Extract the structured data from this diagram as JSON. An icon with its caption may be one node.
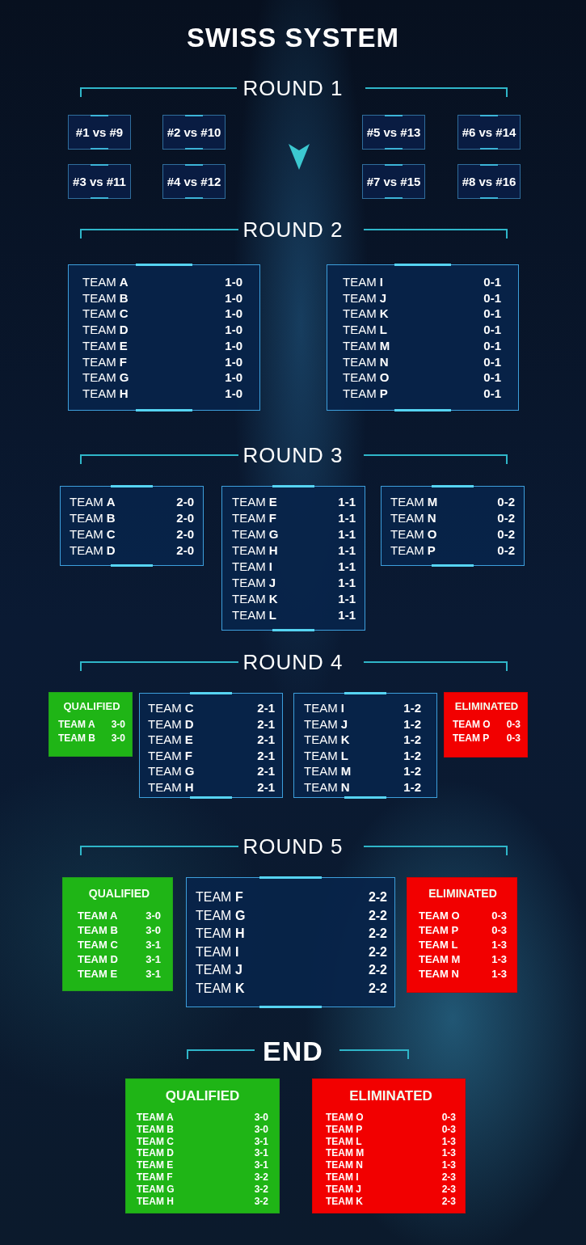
{
  "diagram": {
    "title": "SWISS SYSTEM",
    "nodes": [
      {
        "text": [
          "#1 vs #9"
        ]
      },
      {
        "text": [
          "#2 vs #10"
        ]
      },
      {
        "text": [
          "#5 vs #13"
        ]
      },
      {
        "text": [
          "#6 vs #14"
        ]
      },
      {
        "text": [
          "#3 vs #11"
        ]
      },
      {
        "text": [
          "#4 vs #12"
        ]
      },
      {
        "text": [
          "#7 vs #15"
        ]
      },
      {
        "text": [
          "#8 vs #16"
        ]
      },
      {
        "text": [
          "TEAM **A**",
          "1-0",
          "TEAM **B**",
          "1-0",
          "TEAM **C**",
          "1-0",
          "TEAM **D**",
          "1-0",
          "TEAM **E**",
          "1-0",
          "TEAM **F**",
          "1-0",
          "TEAM **G**",
          "1-0",
          "TEAM **H**",
          "1-0"
        ]
      },
      {
        "text": [
          "TEAM **I**",
          "0-1",
          "TEAM **J**",
          "0-1",
          "TEAM **K**",
          "0-1",
          "TEAM **L**",
          "0-1",
          "TEAM **M**",
          "0-1",
          "TEAM **N**",
          "0-1",
          "TEAM **O**",
          "0-1",
          "TEAM **P**",
          "0-1"
        ]
      },
      {
        "text": [
          "TEAM **A**",
          "2-0",
          "TEAM **B**",
          "2-0",
          "TEAM **C**",
          "2-0",
          "TEAM **D**",
          "2-0"
        ]
      },
      {
        "text": [
          "TEAM **E**",
          "1-1",
          "TEAM **F**",
          "1-1",
          "TEAM **G**",
          "1-1",
          "TEAM **H**",
          "1-1",
          "TEAM **I**",
          "1-1",
          "TEAM **J**",
          "1-1",
          "TEAM **K**",
          "1-1",
          "TEAM **L**",
          "1-1"
        ]
      },
      {
        "text": [
          "TEAM **M**",
          "0-2",
          "TEAM **N**",
          "0-2",
          "TEAM **O**",
          "0-2",
          "TEAM **P**",
          "0-2"
        ]
      },
      {
        "text": [
          "QUALIFIED",
          "TEAM A",
          "3-0",
          "TEAM B",
          "3-0"
        ]
      },
      {
        "text": [
          "TEAM **C**",
          "2-1",
          "TEAM **D**",
          "2-1",
          "TEAM **E**",
          "2-1",
          "TEAM **F**",
          "2-1",
          "TEAM **G**",
          "2-1",
          "TEAM **H**",
          "2-1"
        ]
      },
      {
        "text": [
          "TEAM **I**",
          "1-2",
          "TEAM **J**",
          "1-2",
          "TEAM **K**",
          "1-2",
          "TEAM **L**",
          "1-2",
          "TEAM **M**",
          "1-2",
          "TEAM **N**",
          "1-2"
        ]
      },
      {
        "text": [
          "ELIMINATED",
          "TEAM O",
          "0-3",
          "TEAM P",
          "0-3"
        ]
      },
      {
        "text": [
          "QUALIFIED",
          "TEAM A",
          "3-0",
          "TEAM B",
          "3-0",
          "TEAM C",
          "3-1",
          "TEAM D",
          "3-1",
          "TEAM E",
          "3-1"
        ]
      },
      {
        "text": [
          "TEAM **F**",
          "2-2",
          "TEAM **G**",
          "2-2",
          "TEAM **H**",
          "2-2",
          "TEAM **I**",
          "2-2",
          "TEAM **J**",
          "2-2",
          "TEAM **K**",
          "2-2"
        ]
      },
      {
        "text": [
          "ELIMINATED",
          "TEAM O",
          "0-3",
          "TEAM P",
          "0-3",
          "TEAM L",
          "1-3",
          "TEAM M",
          "1-3",
          "TEAM N",
          "1-3"
        ]
      },
      {
        "text": [
          "QUALIFIED",
          "TEAM A",
          "3-0",
          "TEAM B",
          "3-0",
          "TEAM C",
          "3-1",
          "TEAM D",
          "3-1",
          "TEAM E",
          "3-1",
          "TEAM F",
          "3-2",
          "TEAM G",
          "3-2",
          "TEAM H",
          "3-2"
        ]
      },
      {
        "text": [
          "ELIMINATED",
          "TEAM O",
          "0-3",
          "TEAM P",
          "0-3",
          "TEAM L",
          "1-3",
          "TEAM M",
          "1-3",
          "TEAM N",
          "1-3",
          "TEAM I",
          "2-3",
          "TEAM J",
          "2-3",
          "TEAM K",
          "2-3"
        ]
      }
    ],
    "labels": [
      "ROUND 1",
      "ROUND 2",
      "ROUND 3",
      "ROUND 4",
      "ROUND 5",
      "END"
    ]
  }
}
